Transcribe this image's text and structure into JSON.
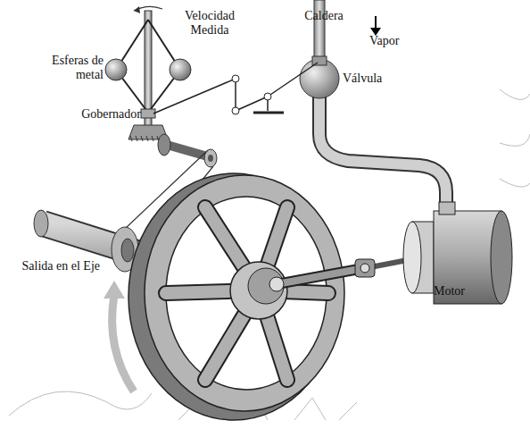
{
  "diagram": {
    "labels": [
      "Velocidad Medida",
      "Caldera",
      "Vapor",
      "Esferas de metal",
      "Válvula",
      "Gobernador",
      "Salida en el Eje",
      "Motor"
    ]
  }
}
